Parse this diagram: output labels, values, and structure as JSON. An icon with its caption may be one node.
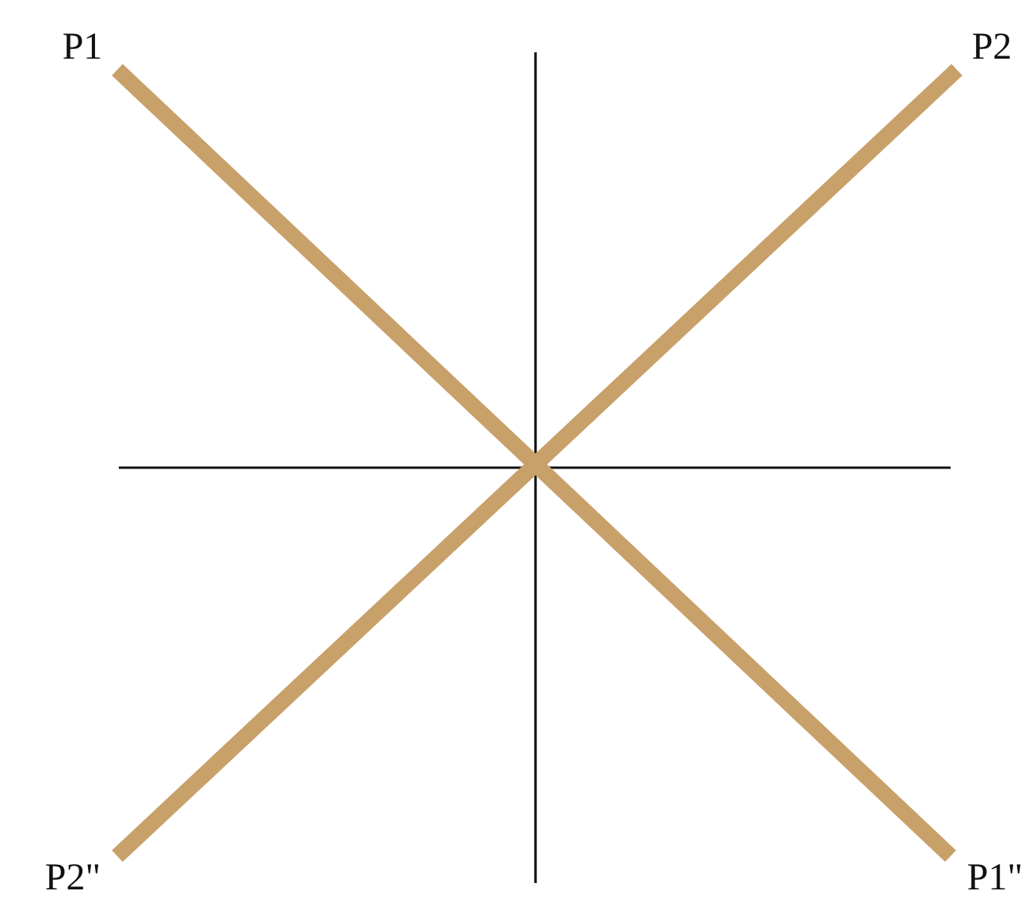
{
  "diagram": {
    "nodes": [
      {
        "text": [
          "P1"
        ]
      },
      {
        "text": [
          "P2"
        ]
      },
      {
        "text": [
          "P2\""
        ]
      },
      {
        "text": [
          "P1\""
        ]
      }
    ],
    "edges": [
      {
        "from": 0,
        "to": 3,
        "arrow": "none",
        "color": "#c8a06a"
      },
      {
        "from": 2,
        "to": 1,
        "arrow": "none",
        "color": "#c8a06a"
      }
    ]
  }
}
